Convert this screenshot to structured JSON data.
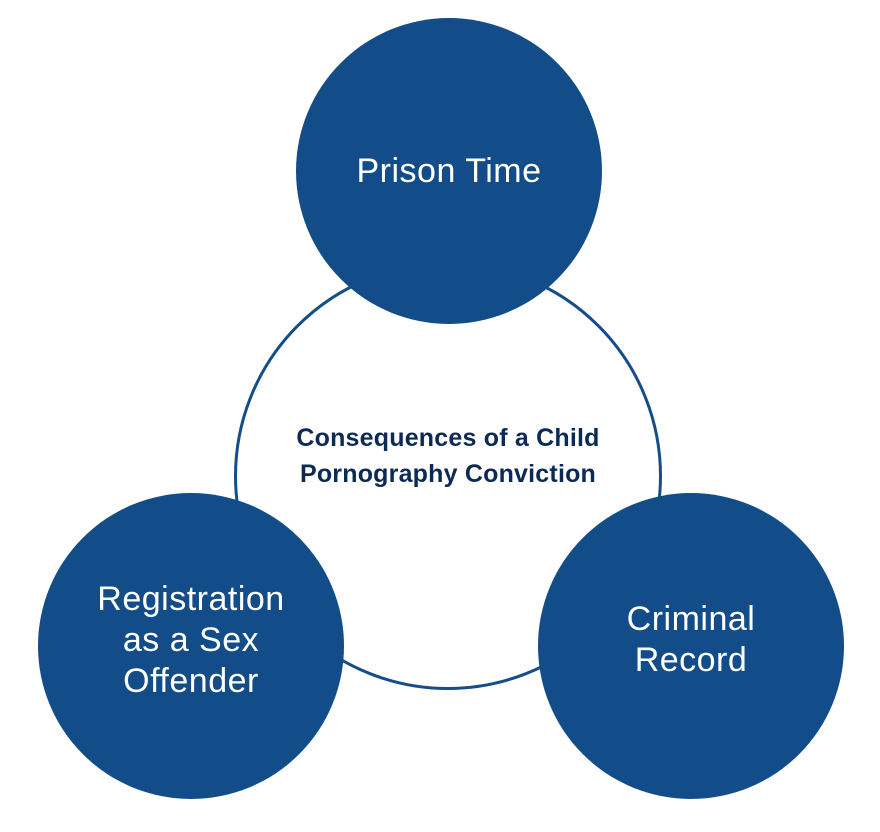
{
  "diagram": {
    "center": {
      "line1": "Consequences of a Child",
      "line2": "Pornography Conviction"
    },
    "nodes": [
      {
        "id": "top",
        "lines": [
          "Prison Time"
        ]
      },
      {
        "id": "left",
        "lines": [
          "Registration",
          "as a Sex",
          "Offender"
        ]
      },
      {
        "id": "right",
        "lines": [
          "Criminal",
          "Record"
        ]
      }
    ]
  },
  "colors": {
    "node_fill": "#134d89",
    "ring_stroke": "#144d88",
    "center_text": "#0c2a57",
    "node_text": "#ffffff"
  }
}
